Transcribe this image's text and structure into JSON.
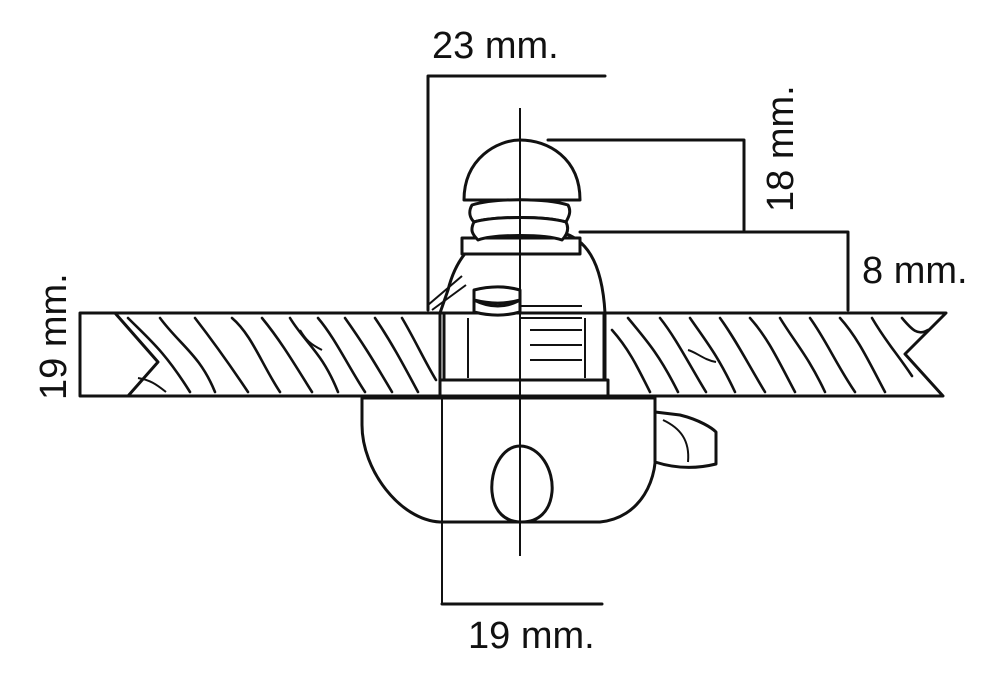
{
  "dimensions": {
    "top_width": "23 mm.",
    "cap_height": "18 mm.",
    "collar_height": "8 mm.",
    "board_thickness": "19 mm.",
    "body_width": "19 mm."
  }
}
